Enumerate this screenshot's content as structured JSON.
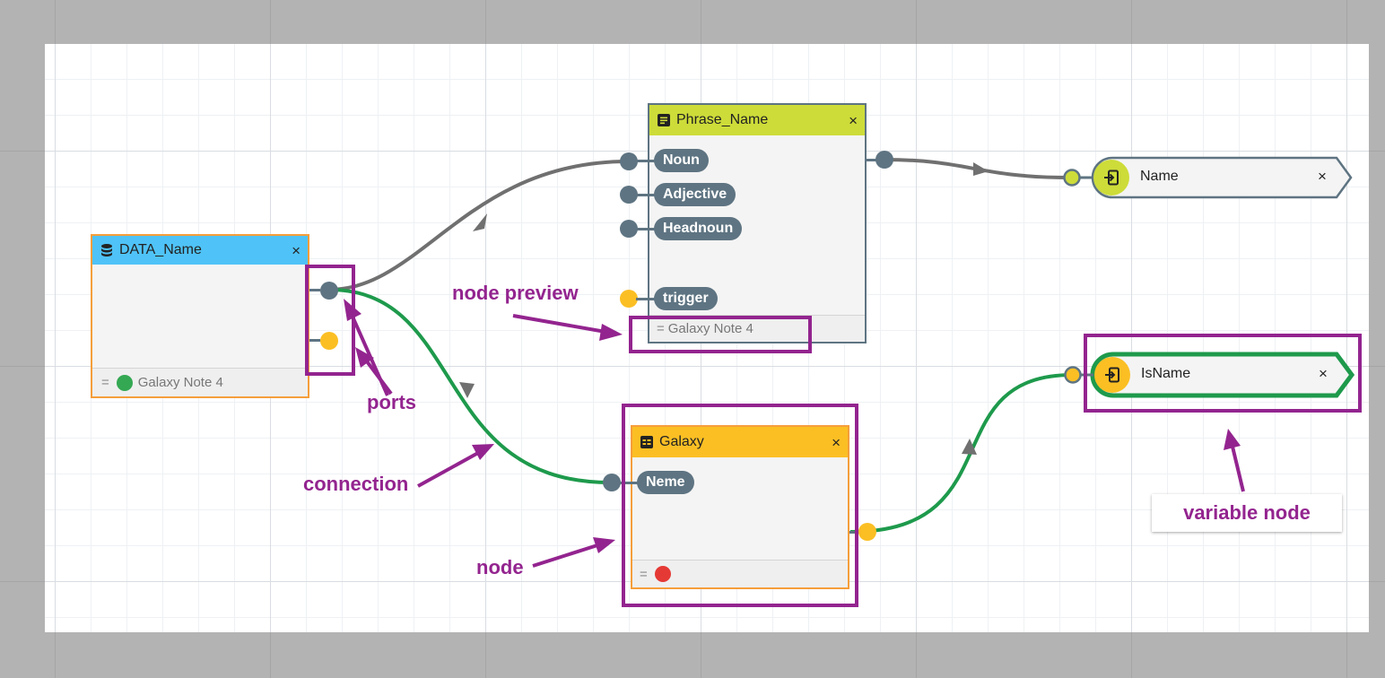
{
  "nodes": {
    "data_node": {
      "title": "DATA_Name",
      "close": "×",
      "footer_eq": "=",
      "footer_value": "Galaxy Note 4",
      "footer_dot_color": "#34a853",
      "header_color": "#4fc3f7",
      "border_color": "#f59e3b"
    },
    "phrase_node": {
      "title": "Phrase_Name",
      "close": "×",
      "footer_eq": "=",
      "footer_value": "Galaxy Note 4",
      "header_color": "#cddc39",
      "border_color": "#5e7482",
      "inputs": [
        "Noun",
        "Adjective",
        "Headnoun",
        "trigger"
      ]
    },
    "galaxy_node": {
      "title": "Galaxy",
      "close": "×",
      "footer_eq": "=",
      "footer_dot_color": "#e53935",
      "header_color": "#fbbf24",
      "border_color": "#f59e3b",
      "inputs": [
        "Neme"
      ]
    }
  },
  "variables": {
    "name_var": {
      "label": "Name",
      "close": "×",
      "icon": "input-arrow-icon",
      "icon_color": "#cddc39"
    },
    "isname_var": {
      "label": "IsName",
      "close": "×",
      "icon": "input-arrow-icon",
      "icon_color": "#fbbf24"
    }
  },
  "annotations": {
    "node_preview": "node preview",
    "ports": "ports",
    "connection": "connection",
    "node": "node",
    "variable_node": "variable node"
  },
  "colors": {
    "annotation": "#93248f",
    "wire_gray": "#707070",
    "wire_green": "#1e9a4c",
    "port_dark": "#5e7482",
    "port_yellow": "#fbbf24"
  }
}
